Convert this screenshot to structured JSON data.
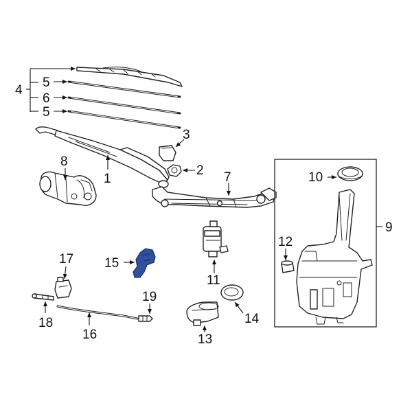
{
  "diagram": {
    "highlight_color": "#2f4f9f",
    "line_color": "#222222",
    "callouts": {
      "c1": "1",
      "c2": "2",
      "c3": "3",
      "c4": "4",
      "c5a": "5",
      "c5b": "5",
      "c6": "6",
      "c7": "7",
      "c8": "8",
      "c9": "9",
      "c10": "10",
      "c11": "11",
      "c12": "12",
      "c13": "13",
      "c14": "14",
      "c15": "15",
      "c16": "16",
      "c17": "17",
      "c18": "18",
      "c19": "19"
    }
  }
}
